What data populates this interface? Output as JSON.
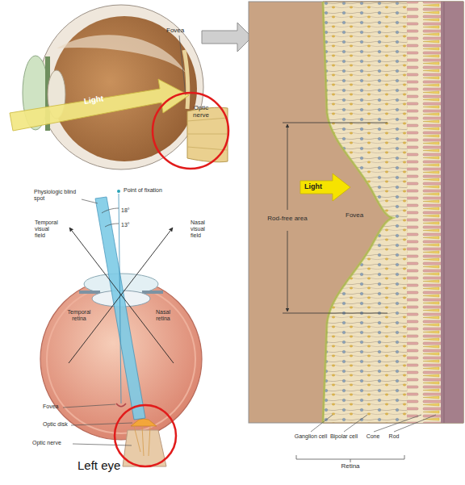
{
  "diagram": {
    "labels": [
      "Fovea",
      "Light",
      "Optic nerve",
      "Light",
      "Rod-free area",
      "Fovea",
      "Physiologic blind spot",
      "Point of fixation",
      "18°",
      "13°",
      "Temporal visual field",
      "Nasal visual field",
      "Temporal retina",
      "Nasal retina",
      "Fovea",
      "Optic disk",
      "Optic nerve",
      "Ganglion cell",
      "Bipolar cell",
      "Cone",
      "Rod",
      "Retina",
      "Left eye"
    ]
  }
}
